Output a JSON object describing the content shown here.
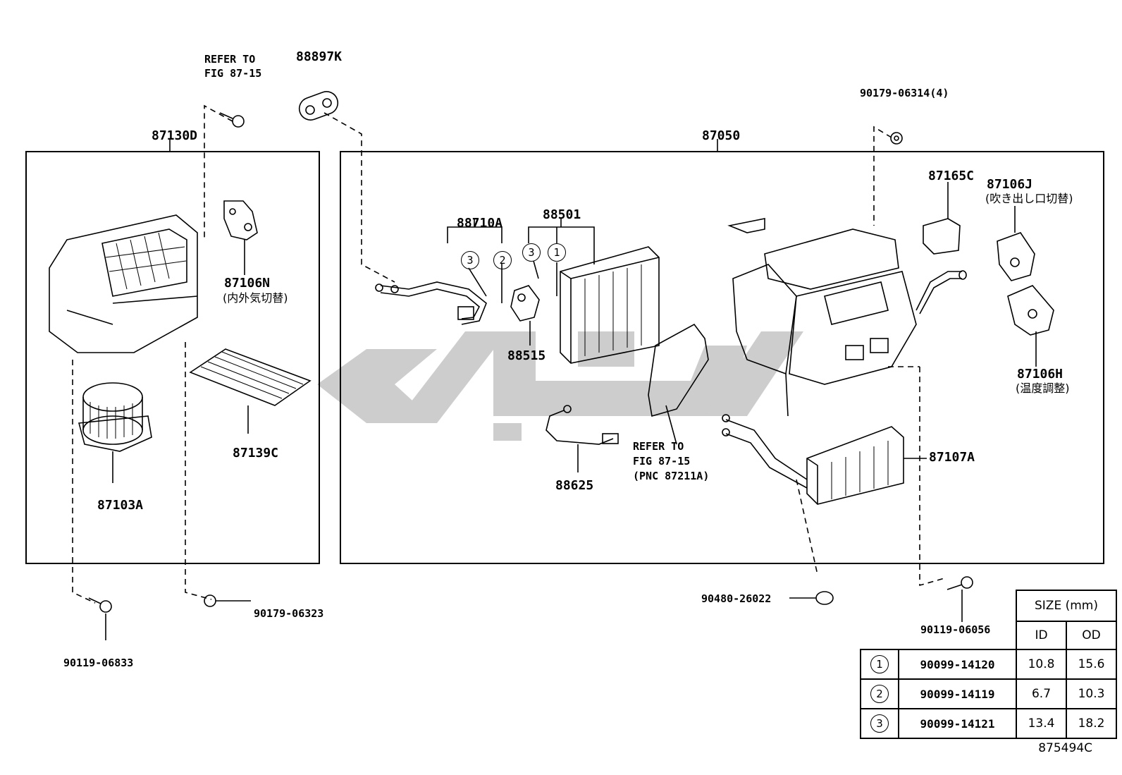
{
  "labels": {
    "refer_top_1": "REFER TO",
    "refer_top_2": "FIG 87-15",
    "p88897K": "88897K",
    "p90179_06314": "90179-06314(4)",
    "p87130D": "87130D",
    "p87050": "87050",
    "p87106N": "87106N",
    "p87106N_jp": "(内外気切替)",
    "p87139C": "87139C",
    "p87103A": "87103A",
    "p88710A": "88710A",
    "p88501": "88501",
    "p88515": "88515",
    "p88625": "88625",
    "refer_mid_1": "REFER TO",
    "refer_mid_2": "FIG 87-15",
    "refer_mid_3": "(PNC 87211A)",
    "p87165C": "87165C",
    "p87106J": "87106J",
    "p87106J_jp": "(吹き出し口切替)",
    "p87106H": "87106H",
    "p87106H_jp": "(温度調整)",
    "p87107A": "87107A",
    "p90119_06833": "90119-06833",
    "p90179_06323": "90179-06323",
    "p90480_26022": "90480-26022",
    "p90119_06056": "90119-06056",
    "callout_1": "1",
    "callout_2": "2",
    "callout_3": "3",
    "diagram_code": "875494C"
  },
  "size_table": {
    "header": "SIZE (mm)",
    "col_id": "ID",
    "col_od": "OD",
    "rows": [
      {
        "num": "1",
        "part": "90099-14120",
        "id": "10.8",
        "od": "15.6"
      },
      {
        "num": "2",
        "part": "90099-14119",
        "id": "6.7",
        "od": "10.3"
      },
      {
        "num": "3",
        "part": "90099-14121",
        "id": "13.4",
        "od": "18.2"
      }
    ]
  }
}
